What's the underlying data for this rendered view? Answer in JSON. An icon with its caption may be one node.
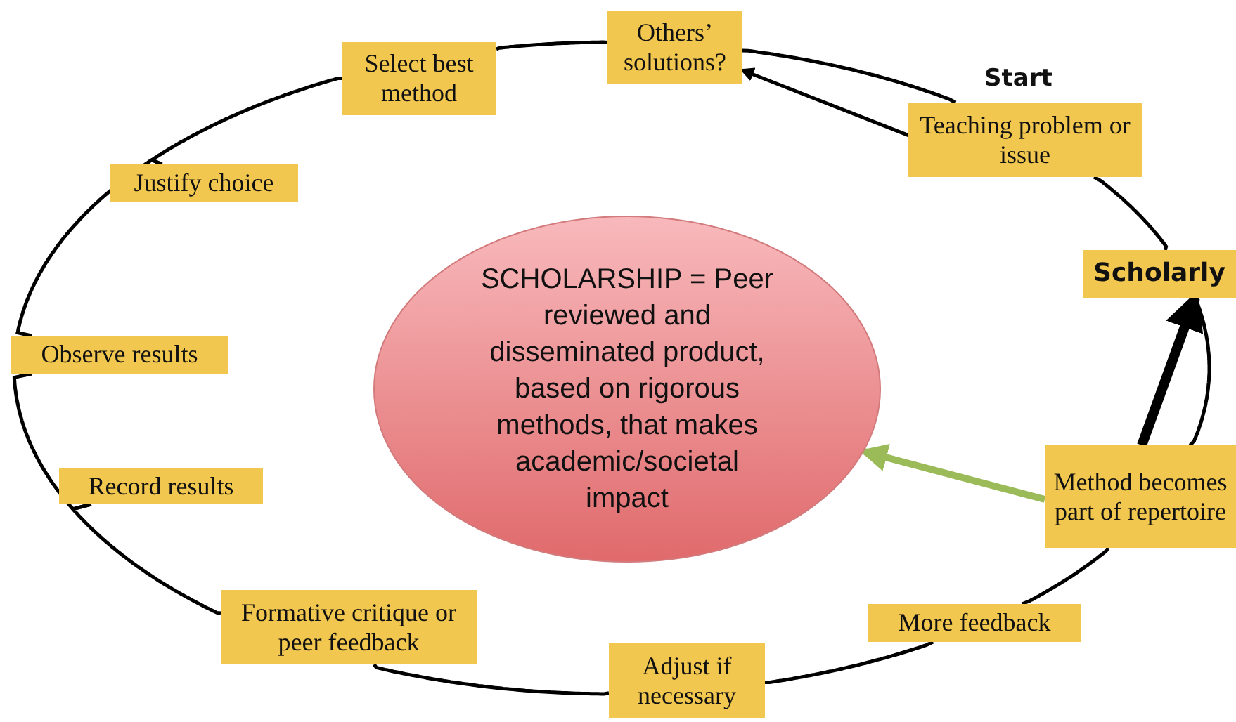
{
  "diagram": {
    "nodes": [
      {
        "text": [
          "Others’ solutions?"
        ]
      },
      {
        "text": [
          "Select best method"
        ]
      },
      {
        "text": [
          "Justify choice"
        ]
      },
      {
        "text": [
          "Observe results"
        ]
      },
      {
        "text": [
          "Record results"
        ]
      },
      {
        "text": [
          "Formative critique or peer feedback"
        ]
      },
      {
        "text": [
          "Adjust if necessary"
        ]
      },
      {
        "text": [
          "More feedback"
        ]
      },
      {
        "text": [
          "Method becomes part of repertoire"
        ]
      },
      {
        "text": [
          "Scholarly"
        ]
      },
      {
        "text": [
          "Teaching problem or issue"
        ],
        "beside": [
          "Start"
        ]
      },
      {
        "text": [
          "SCHOLARSHIP = Peer reviewed and disseminated product, based on rigorous methods, that makes academic/societal impact"
        ]
      }
    ],
    "edges": [
      {
        "from": 0,
        "to": 1,
        "arrow": "none"
      },
      {
        "from": 1,
        "to": 2,
        "arrow": "none"
      },
      {
        "from": 2,
        "to": 3,
        "arrow": "none"
      },
      {
        "from": 3,
        "to": 4,
        "arrow": "none"
      },
      {
        "from": 4,
        "to": 5,
        "arrow": "none"
      },
      {
        "from": 5,
        "to": 6,
        "arrow": "none"
      },
      {
        "from": 6,
        "to": 7,
        "arrow": "none"
      },
      {
        "from": 7,
        "to": 8,
        "arrow": "none"
      },
      {
        "from": 8,
        "to": 9,
        "arrow": "none"
      },
      {
        "from": 9,
        "to": 10,
        "arrow": "none"
      },
      {
        "from": 10,
        "to": 0,
        "arrow": "none"
      },
      {
        "from": 10,
        "to": 0,
        "arrow": "to"
      },
      {
        "from": 8,
        "to": 9,
        "arrow": "to",
        "style": "thick"
      },
      {
        "from": 8,
        "to": 11,
        "arrow": "to",
        "style": "thick",
        "color": "#9bbb59"
      }
    ]
  }
}
